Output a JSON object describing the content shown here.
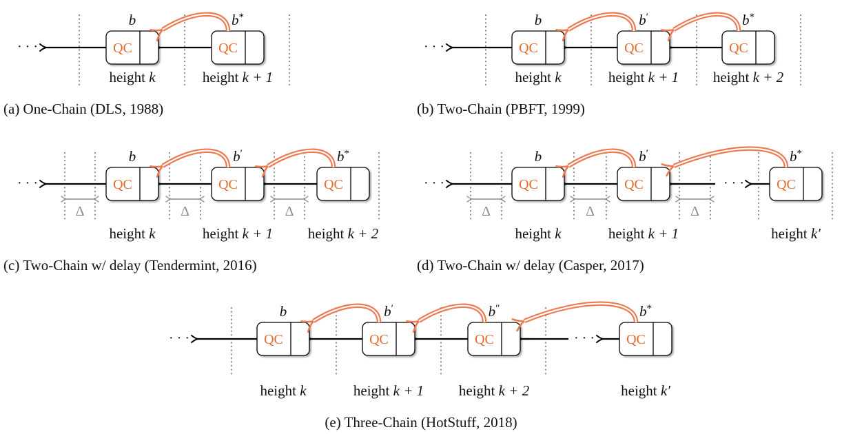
{
  "colors": {
    "qc_text": "#e26a2c",
    "justify_arrow": "#ec7a50",
    "chain_arrow": "#000000",
    "divider": "#888888",
    "delta": "#8a8a8a"
  },
  "common": {
    "qc_label": "QC",
    "ellipsis": "· · ·",
    "delta_symbol": "Δ",
    "height_word": "height"
  },
  "panels": [
    {
      "id": "a",
      "caption": "(a) One-Chain (DLS, 1988)",
      "blocks": [
        {
          "name": "b",
          "label": "b",
          "sup": "",
          "height": "k"
        },
        {
          "name": "b-star",
          "label": "b",
          "sup": "*",
          "height": "k + 1"
        }
      ],
      "justifies": [
        [
          "b-star",
          "b"
        ]
      ],
      "has_delay": false,
      "has_gap": false
    },
    {
      "id": "b",
      "caption": "(b) Two-Chain (PBFT, 1999)",
      "blocks": [
        {
          "name": "b",
          "label": "b",
          "sup": "",
          "height": "k"
        },
        {
          "name": "b-prime",
          "label": "b",
          "sup": "′",
          "height": "k + 1"
        },
        {
          "name": "b-star",
          "label": "b",
          "sup": "*",
          "height": "k + 2"
        }
      ],
      "justifies": [
        [
          "b-prime",
          "b"
        ],
        [
          "b-star",
          "b-prime"
        ]
      ],
      "has_delay": false,
      "has_gap": false
    },
    {
      "id": "c",
      "caption": "(c) Two-Chain w/ delay (Tendermint, 2016)",
      "blocks": [
        {
          "name": "b",
          "label": "b",
          "sup": "",
          "height": "k"
        },
        {
          "name": "b-prime",
          "label": "b",
          "sup": "′",
          "height": "k + 1"
        },
        {
          "name": "b-star",
          "label": "b",
          "sup": "*",
          "height": "k + 2"
        }
      ],
      "justifies": [
        [
          "b-prime",
          "b"
        ],
        [
          "b-star",
          "b-prime"
        ]
      ],
      "has_delay": true,
      "has_gap": false
    },
    {
      "id": "d",
      "caption": "(d) Two-Chain w/ delay (Casper, 2017)",
      "blocks": [
        {
          "name": "b",
          "label": "b",
          "sup": "",
          "height": "k"
        },
        {
          "name": "b-prime",
          "label": "b",
          "sup": "′",
          "height": "k + 1"
        },
        {
          "name": "b-star",
          "label": "b",
          "sup": "*",
          "height": "k′"
        }
      ],
      "justifies": [
        [
          "b-prime",
          "b"
        ],
        [
          "b-star",
          "b-prime"
        ]
      ],
      "has_delay": true,
      "has_gap": true
    },
    {
      "id": "e",
      "caption": "(e) Three-Chain (HotStuff, 2018)",
      "blocks": [
        {
          "name": "b",
          "label": "b",
          "sup": "",
          "height": "k"
        },
        {
          "name": "b-prime",
          "label": "b",
          "sup": "′",
          "height": "k + 1"
        },
        {
          "name": "b-double-prime",
          "label": "b",
          "sup": "″",
          "height": "k + 2"
        },
        {
          "name": "b-star",
          "label": "b",
          "sup": "*",
          "height": "k′"
        }
      ],
      "justifies": [
        [
          "b-prime",
          "b"
        ],
        [
          "b-double-prime",
          "b-prime"
        ],
        [
          "b-star",
          "b-double-prime"
        ]
      ],
      "has_delay": false,
      "has_gap": true
    }
  ]
}
